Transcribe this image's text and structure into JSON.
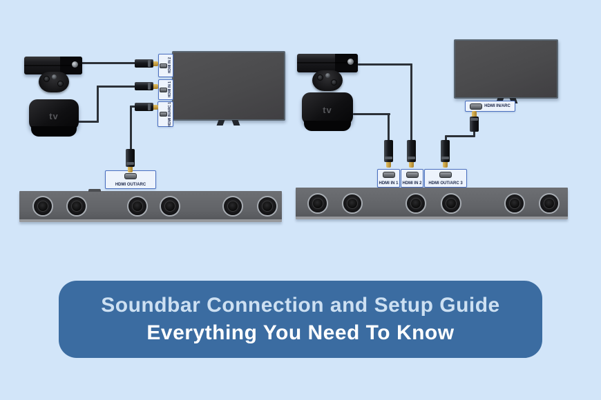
{
  "colors": {
    "background": "#d2e5f9",
    "banner_bg": "#3b6ca1",
    "title_color": "#cde0f2",
    "subtitle_color": "#ffffff",
    "label_box_border": "#4a6fc0",
    "label_box_bg": "#edf3fc",
    "label_text": "#1c2749",
    "cable": "#2c3138",
    "hdmi_tip_gold": "#c79c3c",
    "soundbar_body": "#646669"
  },
  "banner": {
    "title": "Soundbar Connection and Setup Guide",
    "subtitle": "Everything You Need To Know"
  },
  "shared": {
    "apple_tv_logo": "tv"
  },
  "left_diagram": {
    "description": "Devices connect to TV inputs; TV ARC port feeds soundbar HDMI OUT/ARC",
    "tv_ports": [
      "HDMI IN 2",
      "HDMI IN 1",
      "HDMI IN/ARC 1"
    ],
    "soundbar_port": "HDMI OUT/ARC"
  },
  "right_diagram": {
    "description": "Devices connect to soundbar inputs; soundbar HDMI OUT/ARC 3 feeds TV HDMI IN/ARC",
    "tv_port": "HDMI IN/ARC",
    "soundbar_ports": [
      "HDMI IN 1",
      "HDMI IN 2",
      "HDMI OUT/ARC 3"
    ]
  }
}
